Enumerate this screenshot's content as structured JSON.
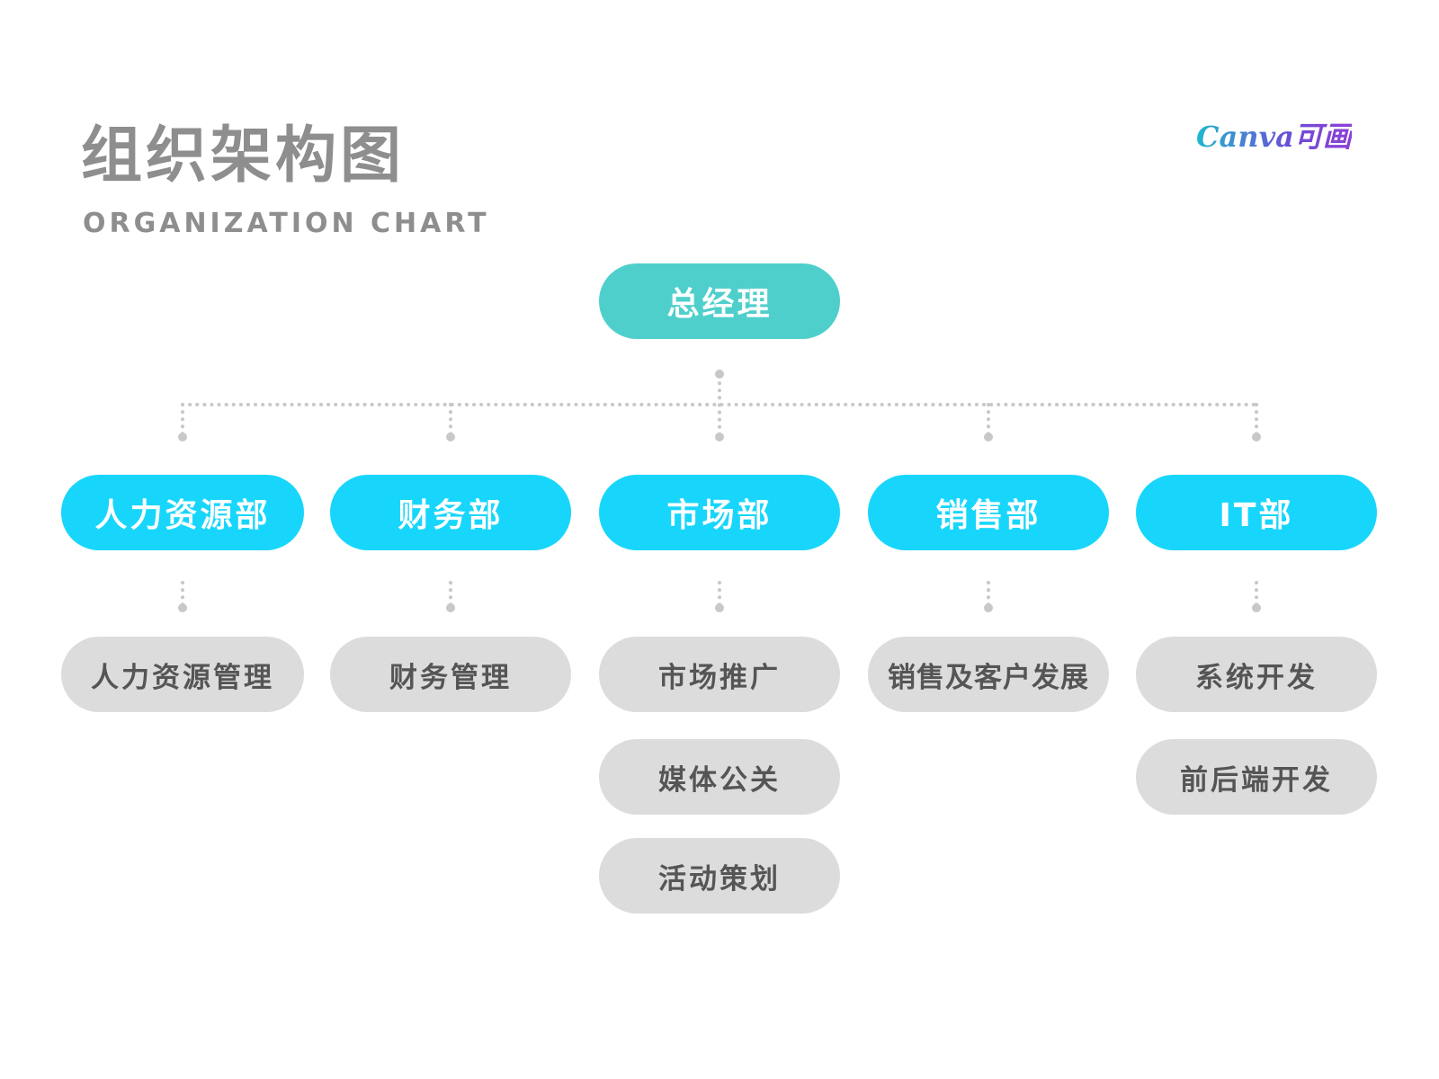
{
  "header": {
    "title": "组织架构图",
    "subtitle": "ORGANIZATION CHART",
    "logo_text": "Canva可画"
  },
  "org": {
    "root": "总经理",
    "departments": [
      {
        "name": "人力资源部",
        "children": [
          "人力资源管理"
        ]
      },
      {
        "name": "财务部",
        "children": [
          "财务管理"
        ]
      },
      {
        "name": "市场部",
        "children": [
          "市场推广",
          "媒体公关",
          "活动策划"
        ]
      },
      {
        "name": "销售部",
        "children": [
          "销售及客户发展"
        ]
      },
      {
        "name": "IT部",
        "children": [
          "系统开发",
          "前后端开发"
        ]
      }
    ]
  },
  "colors": {
    "root": "#4fcfcb",
    "department": "#18d6fb",
    "subunit": "#dcdcdc",
    "title": "#8e8e8e",
    "connector": "#c8c8c8"
  }
}
